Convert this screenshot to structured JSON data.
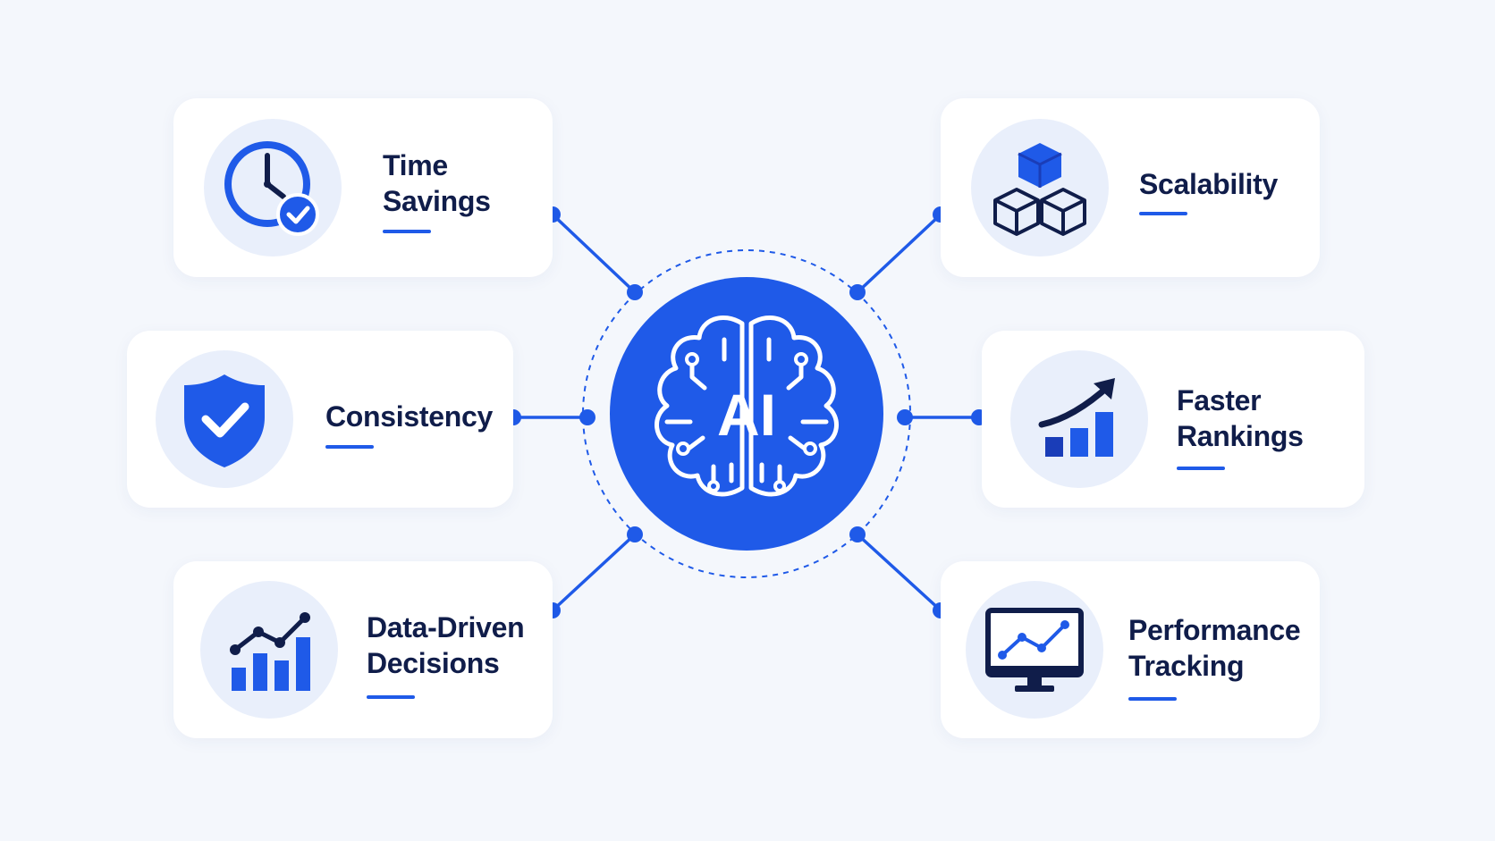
{
  "hub": {
    "label": "AI",
    "icon": "brain-circuit-icon"
  },
  "benefits": [
    {
      "id": "time-savings",
      "lines": [
        "Time",
        "Savings"
      ],
      "icon": "clock-check-icon"
    },
    {
      "id": "scalability",
      "lines": [
        "Scalability"
      ],
      "icon": "cubes-icon"
    },
    {
      "id": "consistency",
      "lines": [
        "Consistency"
      ],
      "icon": "shield-check-icon"
    },
    {
      "id": "faster-rankings",
      "lines": [
        "Faster",
        "Rankings"
      ],
      "icon": "rising-bars-icon"
    },
    {
      "id": "data-driven-decisions",
      "lines": [
        "Data-Driven",
        "Decisions"
      ],
      "icon": "line-bar-chart-icon"
    },
    {
      "id": "performance-tracking",
      "lines": [
        "Performance",
        "Tracking"
      ],
      "icon": "monitor-chart-icon"
    }
  ],
  "colors": {
    "background": "#f4f7fc",
    "card": "#ffffff",
    "accent": "#1f5ae8",
    "dark_accent": "#1a3db8",
    "text": "#101d4a",
    "icon_bg": "#e9effb"
  }
}
